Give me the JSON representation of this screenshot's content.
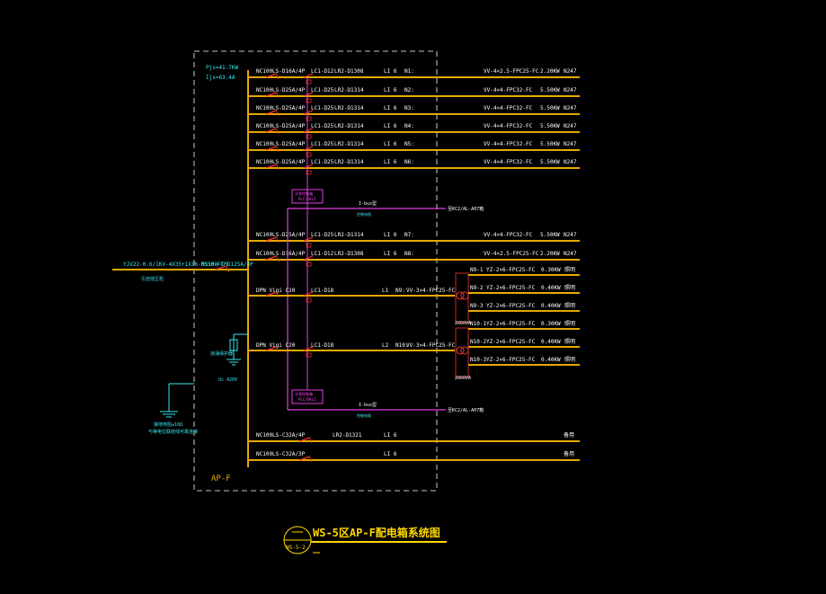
{
  "colors": {
    "background": "#000000",
    "bus_orange": "#e8a800",
    "text_white": "#ffffff",
    "text_cyan": "#38e8ee",
    "breaker_red": "#ff3030",
    "control_magenta": "#e040e0",
    "title_yellow": "#ffd800"
  },
  "panel": {
    "power_line": "Pjs=41.7KW",
    "current_line": "Ijs=63.4A",
    "name": "AP-F"
  },
  "incoming": {
    "cable": "YJV22-0.6/1KV-4X35+1X16-RS50-FC",
    "note": "引自低压柜",
    "main_breaker": "NS100-TMD125A/3P"
  },
  "spd": {
    "label": "浪涌保护器",
    "sub": "Uc 420V"
  },
  "ground": {
    "label1": "接地电阻≤10Ω",
    "label2": "与等电位联结线可靠连接"
  },
  "circuits": [
    {
      "breaker": "NC100LS-D16A/4P",
      "contactor": "LC1-D12",
      "relay": "LR2-D1308",
      "ref": "LI 6",
      "n": "N1:",
      "cable": "VV-4×2.5-FPC25-FC",
      "power": "2.20KW",
      "load": "N247"
    },
    {
      "breaker": "NC100LS-D25A/4P",
      "contactor": "LC1-D25",
      "relay": "LR2-D1314",
      "ref": "LI 6",
      "n": "N2:",
      "cable": "VV-4×4-FPC32-FC",
      "power": "5.50KW",
      "load": "N247"
    },
    {
      "breaker": "NC100LS-D25A/4P",
      "contactor": "LC1-D25",
      "relay": "LR2-D1314",
      "ref": "LI 6",
      "n": "N3:",
      "cable": "VV-4×4-FPC32-FC",
      "power": "5.50KW",
      "load": "N247"
    },
    {
      "breaker": "NC100LS-D25A/4P",
      "contactor": "LC1-D25",
      "relay": "LR2-D1314",
      "ref": "LI 6",
      "n": "N4:",
      "cable": "VV-4×4-FPC32-FC",
      "power": "5.50KW",
      "load": "N247"
    },
    {
      "breaker": "NC100LS-D25A/4P",
      "contactor": "LC1-D25",
      "relay": "LR2-D1314",
      "ref": "LI 6",
      "n": "N5:",
      "cable": "VV-4×4-FPC32-FC",
      "power": "5.50KW",
      "load": "N247"
    },
    {
      "breaker": "NC100LS-D25A/4P",
      "contactor": "LC1-D25",
      "relay": "LR2-D1314",
      "ref": "LI 6",
      "n": "N6:",
      "cable": "VV-4×4-FPC32-FC",
      "power": "5.50KW",
      "load": "N247"
    },
    {
      "breaker": "NC100LS-D25A/4P",
      "contactor": "LC1-D25",
      "relay": "LR2-D1314",
      "ref": "LI 6",
      "n": "N7:",
      "cable": "VV-4×4-FPC32-FC",
      "power": "5.50KW",
      "load": "N247"
    },
    {
      "breaker": "NC100LS-D16A/4P",
      "contactor": "LC1-D12",
      "relay": "LR2-D1308",
      "ref": "LI 6",
      "n": "N8:",
      "cable": "VV-4×2.5-FPC25-FC",
      "power": "2.20KW",
      "load": "N247"
    }
  ],
  "controllers": [
    {
      "label": "水泵控制箱",
      "sub": "PLC/DALI",
      "bus": "I-bus型",
      "note": "至KC2/AL-A07箱",
      "bus_sub": "控制电缆"
    },
    {
      "label": "水泵控制箱",
      "sub": "PLC/DALI",
      "bus": "I-bus型",
      "note": "至KC2/AL-A07箱",
      "bus_sub": "控制电缆"
    }
  ],
  "groups": [
    {
      "breaker": "DPN Vigi C20",
      "contactor": "LC1-D18",
      "phase": "L1",
      "n": "N9:",
      "cable": "VV-3×4-FPC25-FC",
      "trafo": "2X60VA"
    },
    {
      "breaker": "DPN Vigi C20",
      "contactor": "LC1-D18",
      "phase": "L2",
      "n": "N10:",
      "cable": "VV-3×4-FPC25-FC",
      "trafo": "2X60VA"
    }
  ],
  "sub_circuits": [
    {
      "n": "N9-1",
      "cable": "YZ-2×6-FPC25-FC",
      "power": "0.30KW",
      "load": "照明"
    },
    {
      "n": "N9-2",
      "cable": "YZ-2×6-FPC25-FC",
      "power": "0.40KW",
      "load": "照明"
    },
    {
      "n": "N9-3",
      "cable": "YZ-2×6-FPC25-FC",
      "power": "0.40KW",
      "load": "照明"
    },
    {
      "n": "N10-1",
      "cable": "YZ-2×6-FPC25-FC",
      "power": "0.30KW",
      "load": "照明"
    },
    {
      "n": "N10-2",
      "cable": "YZ-2×6-FPC25-FC",
      "power": "0.40KW",
      "load": "照明"
    },
    {
      "n": "N10-3",
      "cable": "YZ-2×6-FPC25-FC",
      "power": "0.40KW",
      "load": "照明"
    }
  ],
  "spares": [
    {
      "breaker": "NC100LS-C32A/4P",
      "relay": "LR2-D1321",
      "ref": "LI 6",
      "label": "备用"
    },
    {
      "breaker": "NC100LS-C32A/3P",
      "ref": "LI 6",
      "label": "备用"
    }
  ],
  "title": {
    "text": "WS-5区AP-F配电箱系统图",
    "ref": "WS-5-2"
  }
}
